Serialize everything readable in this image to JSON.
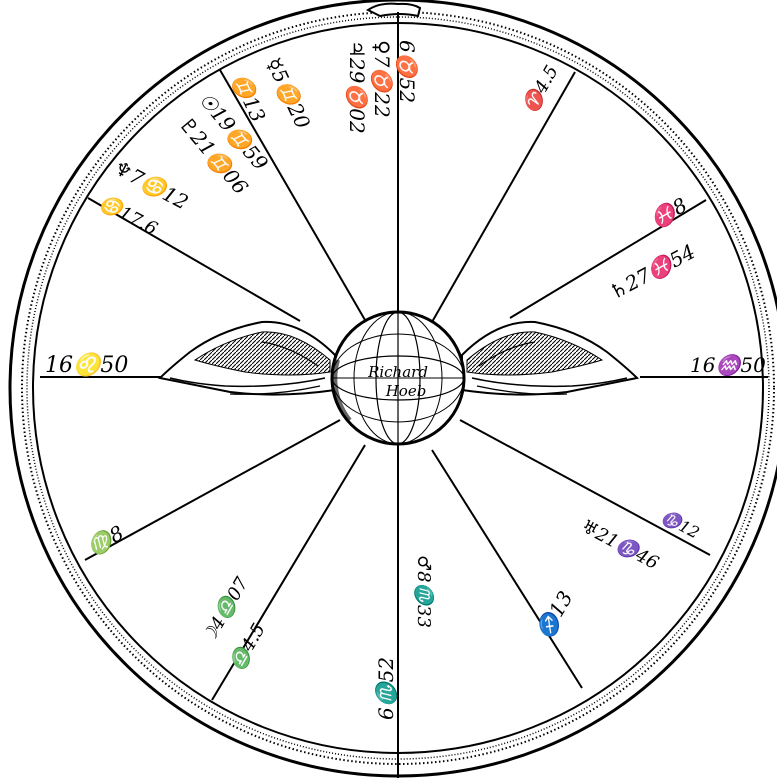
{
  "chart": {
    "center_name_line1": "Richard",
    "center_name_line2": "Hoeb"
  },
  "cusps": {
    "mc": "6♉52",
    "ic": "6♏52",
    "asc": "16♌50",
    "dsc": "16♒50",
    "h11": "♊13",
    "h12": "♋17.6",
    "h2": "♍8",
    "h3": "♎4.5",
    "h5": "♐13",
    "h6": "♑12",
    "h8": "♓8",
    "h9": "♈4.5"
  },
  "planets": {
    "venus": "♀7♉22",
    "jupiter": "♃29♉02",
    "mercury": "☿5♊20",
    "sun": "☉19♊59",
    "pluto": "♇21♊06",
    "neptune": "♆7♋12",
    "saturn": "♄27♓54",
    "uranus": "♅21♑46",
    "moon": "☽4♎07",
    "mars": "♂8♏33"
  }
}
